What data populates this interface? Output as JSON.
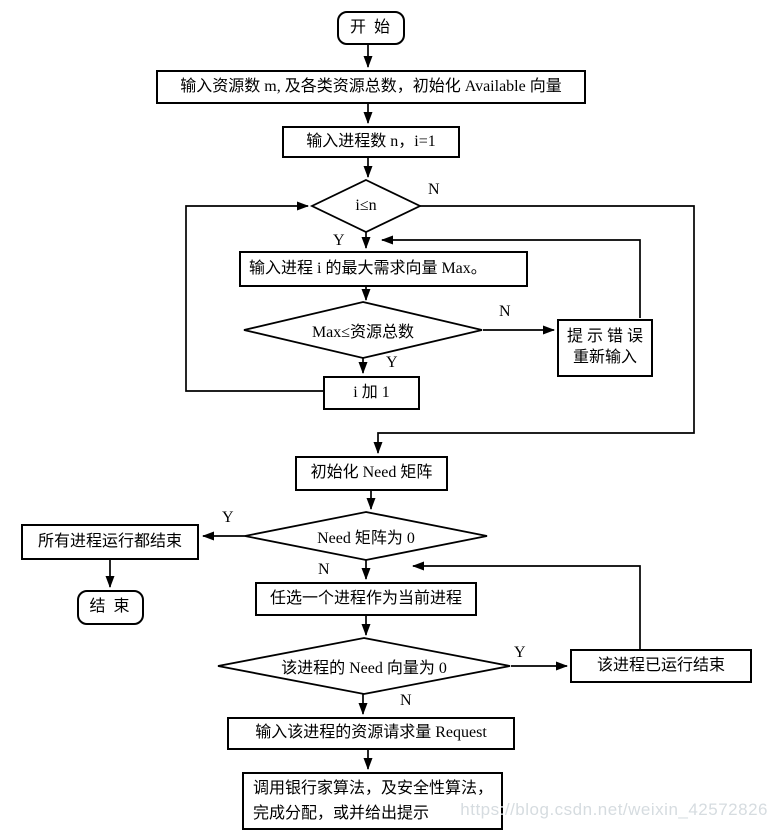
{
  "watermark": {
    "text": "https://blog.csdn.net/weixin_42572826",
    "color": "#d6dce0"
  },
  "colors": {
    "line": "#000000",
    "box_border": "#000000",
    "box_fill": "#ffffff"
  },
  "nodes": {
    "start": {
      "label": "开 始"
    },
    "input_resources": {
      "label": "输入资源数 m, 及各类资源总数，初始化 Available 向量"
    },
    "input_process": {
      "label": "输入进程数 n，i=1"
    },
    "cond_i_le_n": {
      "label": "i≤n"
    },
    "input_max": {
      "label": "输入进程 i 的最大需求向量 Max。"
    },
    "cond_max_le_total": {
      "label": "Max≤资源总数"
    },
    "error_retry": {
      "line1": "提 示 错 误",
      "line2": "重新输入"
    },
    "increment_i": {
      "label": "i 加 1"
    },
    "init_need": {
      "label": "初始化 Need 矩阵"
    },
    "cond_need_zero": {
      "label": "Need 矩阵为 0"
    },
    "all_finished": {
      "label": "所有进程运行都结束"
    },
    "end": {
      "label": "结 束"
    },
    "pick_process": {
      "label": "任选一个进程作为当前进程"
    },
    "cond_proc_need_zero": {
      "label": "该进程的 Need 向量为 0"
    },
    "proc_finished": {
      "label": "该进程已运行结束"
    },
    "input_request": {
      "label": "输入该进程的资源请求量 Request"
    },
    "call_banker": {
      "line1": "调用银行家算法，及安全性算法，",
      "line2": "完成分配，或并给出提示"
    }
  },
  "branch_labels": {
    "i_le_n_no": "N",
    "i_le_n_yes": "Y",
    "max_no": "N",
    "max_yes": "Y",
    "need_zero_yes": "Y",
    "need_zero_no": "N",
    "proc_need_yes": "Y",
    "proc_need_no": "N"
  }
}
